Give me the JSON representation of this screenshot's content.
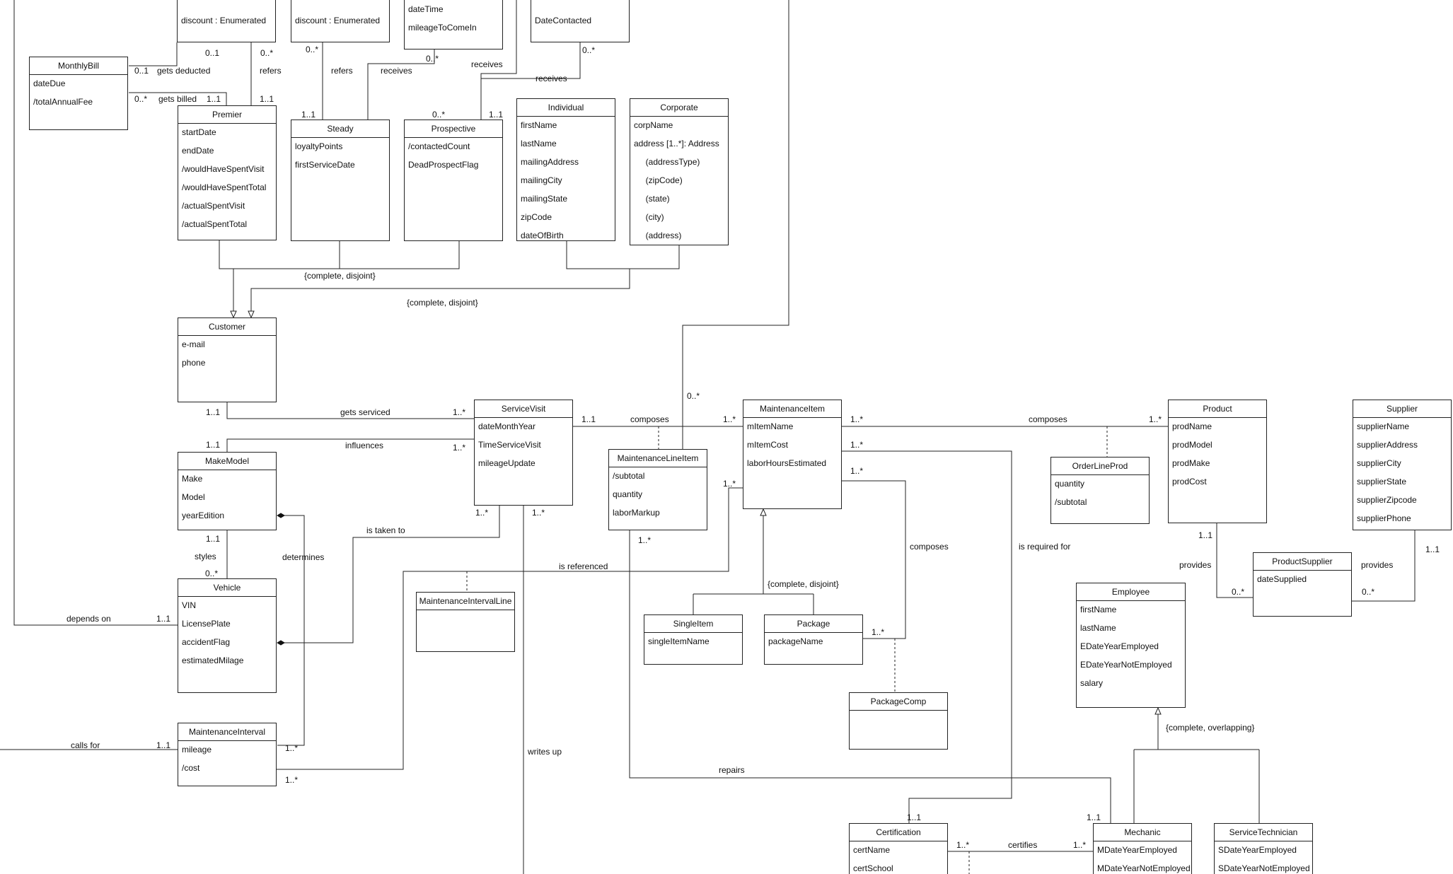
{
  "classes": [
    {
      "id": "c-disc1",
      "title": "",
      "attrs": [
        "discount : Enumerated"
      ]
    },
    {
      "id": "c-disc2",
      "title": "",
      "attrs": [
        "discount : Enumerated"
      ]
    },
    {
      "id": "c-datetime",
      "title": "",
      "attrs": [
        "dateTime",
        "mileageToComeIn"
      ]
    },
    {
      "id": "c-datecontacted",
      "title": "",
      "attrs": [
        "DateContacted"
      ]
    },
    {
      "id": "c-monthlybill",
      "title": "MonthlyBill",
      "attrs": [
        "dateDue",
        "/totalAnnualFee"
      ]
    },
    {
      "id": "c-premier",
      "title": "Premier",
      "attrs": [
        "startDate",
        "endDate",
        "/wouldHaveSpentVisit",
        "/wouldHaveSpentTotal",
        "/actualSpentVisit",
        "/actualSpentTotal"
      ]
    },
    {
      "id": "c-steady",
      "title": "Steady",
      "attrs": [
        "loyaltyPoints",
        "firstServiceDate"
      ]
    },
    {
      "id": "c-prospective",
      "title": "Prospective",
      "attrs": [
        "/contactedCount",
        "DeadProspectFlag"
      ]
    },
    {
      "id": "c-individual",
      "title": "Individual",
      "attrs": [
        "firstName",
        "lastName",
        "mailingAddress",
        "mailingCity",
        "mailingState",
        "zipCode",
        "dateOfBirth"
      ]
    },
    {
      "id": "c-corporate",
      "title": "Corporate",
      "attrs": [
        "corpName",
        "address [1..*]: Address",
        "     (addressType)",
        "     (zipCode)",
        "     (state)",
        "     (city)",
        "     (address)"
      ]
    },
    {
      "id": "c-customer",
      "title": "Customer",
      "attrs": [
        "e-mail",
        "phone"
      ]
    },
    {
      "id": "c-makemodel",
      "title": "MakeModel",
      "attrs": [
        "Make",
        "Model",
        "yearEdition"
      ]
    },
    {
      "id": "c-vehicle",
      "title": "Vehicle",
      "attrs": [
        "VIN",
        "LicensePlate",
        "accidentFlag",
        "estimatedMilage"
      ]
    },
    {
      "id": "c-maintinterval",
      "title": "MaintenanceInterval",
      "attrs": [
        "mileage",
        "/cost"
      ]
    },
    {
      "id": "c-servicevisit",
      "title": "ServiceVisit",
      "attrs": [
        "dateMonthYear",
        "TimeServiceVisit",
        "mileageUpdate"
      ]
    },
    {
      "id": "c-mli",
      "title": "MaintenanceLineItem",
      "attrs": [
        "/subtotal",
        "quantity",
        "laborMarkup"
      ]
    },
    {
      "id": "c-mitem",
      "title": "MaintenanceItem",
      "attrs": [
        "mItemName",
        "mItemCost",
        "laborHoursEstimated"
      ]
    },
    {
      "id": "c-mil",
      "title": "MaintenanceIntervalLine",
      "attrs": []
    },
    {
      "id": "c-single",
      "title": "SingleItem",
      "attrs": [
        "singleItemName"
      ]
    },
    {
      "id": "c-package",
      "title": "Package",
      "attrs": [
        "packageName"
      ]
    },
    {
      "id": "c-packagecomp",
      "title": "PackageComp",
      "attrs": []
    },
    {
      "id": "c-olp",
      "title": "OrderLineProd",
      "attrs": [
        "quantity",
        "/subtotal"
      ]
    },
    {
      "id": "c-product",
      "title": "Product",
      "attrs": [
        "prodName",
        "prodModel",
        "prodMake",
        "prodCost"
      ]
    },
    {
      "id": "c-supplier",
      "title": "Supplier",
      "attrs": [
        "supplierName",
        "supplierAddress",
        "supplierCity",
        "supplierState",
        "supplierZipcode",
        "supplierPhone"
      ]
    },
    {
      "id": "c-prodsupplier",
      "title": "ProductSupplier",
      "attrs": [
        "dateSupplied"
      ]
    },
    {
      "id": "c-employee",
      "title": "Employee",
      "attrs": [
        "firstName",
        "lastName",
        "EDateYearEmployed",
        "EDateYearNotEmployed",
        "salary"
      ]
    },
    {
      "id": "c-certification",
      "title": "Certification",
      "attrs": [
        "certName",
        "certSchool"
      ]
    },
    {
      "id": "c-mechanic",
      "title": "Mechanic",
      "attrs": [
        "MDateYearEmployed",
        "MDateYearNotEmployed"
      ]
    },
    {
      "id": "c-servicetech",
      "title": "ServiceTechnician",
      "attrs": [
        "SDateYearEmployed",
        "SDateYearNotEmployed"
      ]
    }
  ],
  "labels": [
    "0..1",
    "0..*",
    "0..*",
    "0..*",
    "0..*",
    "0..1",
    "gets deducted",
    "refers",
    "0..*",
    "gets billed",
    "1..1",
    "1..1",
    "refers",
    "receives",
    "receives",
    "receives",
    "1..1",
    "0..*",
    "1..1",
    "{complete, disjoint}",
    "{complete, disjoint}",
    "1..1",
    "gets serviced",
    "1..*",
    "1..1",
    "composes",
    "1..*",
    "0..*",
    "1..1",
    "influences",
    "1..*",
    "1..*",
    "1..*",
    "is taken to",
    "1..1",
    "styles",
    "0..*",
    "determines",
    "is referenced",
    "1..*",
    "1..*",
    "depends on",
    "1..1",
    "{complete, disjoint}",
    "1..*",
    "1..*",
    "composes",
    "1..*",
    "1..*",
    "1..*",
    "composes",
    "is required for",
    "1..1",
    "provides",
    "0..*",
    "1..1",
    "provides",
    "0..*",
    "{complete, overlapping}",
    "calls for",
    "1..1",
    "1..*",
    "1..*",
    "writes up",
    "repairs",
    "1..1",
    "1..1",
    "1..*",
    "certifies",
    "1..*"
  ]
}
